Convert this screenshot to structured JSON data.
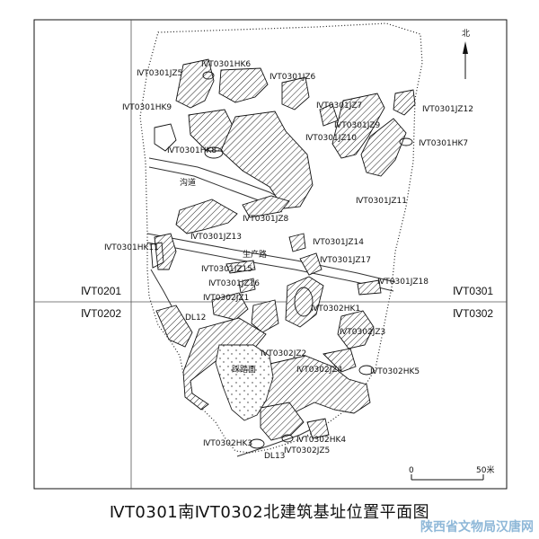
{
  "title": "ⅣT0301南ⅣT0302北建筑基址位置平面图",
  "watermark": "陕西省文物局汉唐网",
  "north_label": "北",
  "scale": {
    "zero": "0",
    "end": "50米"
  },
  "grid_labels": {
    "nw": "ⅣT0201",
    "ne": "ⅣT0301",
    "sw": "ⅣT0202",
    "se": "ⅣT0302"
  },
  "features": {
    "jz5": "ⅣT0301JZ5",
    "hk6": "ⅣT0301HK6",
    "jz6": "ⅣT0301JZ6",
    "hk9": "ⅣT0301HK9",
    "jz7": "ⅣT0301JZ7",
    "jz12": "ⅣT0301JZ12",
    "jz9": "ⅣT0301JZ9",
    "jz10": "ⅣT0301JZ10",
    "hk7": "ⅣT0301HK7",
    "hk8": "ⅣT0301HK8",
    "gully": "沟道",
    "jz11": "ⅣT0301JZ11",
    "jz8": "ⅣT0301JZ8",
    "jz13": "ⅣT0301JZ13",
    "jz14": "ⅣT0301JZ14",
    "hk11": "ⅣT0301HK11",
    "road": "生产路",
    "jz17": "ⅣT0301JZ17",
    "jz15": "ⅣT0301JZ15",
    "jz18": "ⅣT0301JZ18",
    "jz16": "ⅣT0301JZ16",
    "t0302jz1": "ⅣT0302JZ1",
    "t0302hk1": "ⅣT0302HK1",
    "dl12": "DL12",
    "t0302jz3": "ⅣT0302JZ3",
    "t0302jz2": "ⅣT0302JZ2",
    "trampled": "踩踏面",
    "t0302jz4": "ⅣT0302JZ4",
    "t0302hk5": "ⅣT0302HK5",
    "t0302hk4": "ⅣT0302HK4",
    "t0302hk3": "ⅣT0302HK3",
    "dl13": "DL13",
    "t0302jz5": "ⅣT0302JZ5"
  }
}
